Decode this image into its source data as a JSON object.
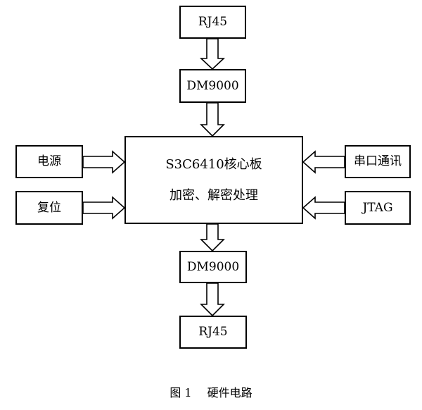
{
  "nodes": {
    "rj45_top": "RJ45",
    "dm9000_top": "DM9000",
    "core_title": "S3C6410核心板",
    "core_function": "加密、解密处理",
    "power": "电源",
    "reset": "复位",
    "serial": "串口通讯",
    "jtag": "JTAG",
    "dm9000_bottom": "DM9000",
    "rj45_bottom": "RJ45"
  },
  "caption": {
    "number": "图 1",
    "title": "硬件电路"
  }
}
